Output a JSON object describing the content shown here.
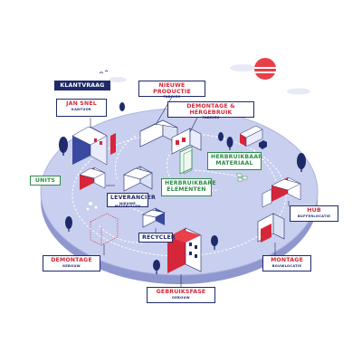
{
  "labels": {
    "klantvraag": "KLANTVRAAG",
    "jan_snel": {
      "title": "JAN SNEL",
      "sub": "KANTOOR"
    },
    "nieuwe_productie": {
      "title": "NIEUWE PRODUCTIE",
      "sub": "FABRIEK"
    },
    "demontage_hergebruik": {
      "title": "DEMONTAGE & HERGEBRUIK",
      "sub": "FABRIEK"
    },
    "herbruikbaar_materiaal": {
      "title": "HERBRUIKBAAR MATERIAAL"
    },
    "herbruikbare_elementen": {
      "title": "HERBRUIKBARE ELEMENTEN"
    },
    "units": {
      "title": "UNITS"
    },
    "leverancier": {
      "title": "LEVERANCIER",
      "sub": "NIEUWE MATERIALEN"
    },
    "recycler": {
      "title": "RECYCLER"
    },
    "hub": {
      "title": "HUB",
      "sub": "BUFFERLOCATIE"
    },
    "demontage": {
      "title": "DEMONTAGE",
      "sub": "GEBOUW"
    },
    "montage": {
      "title": "MONTAGE",
      "sub": "BOUWLOCATIE"
    },
    "gebruiksfase": {
      "title": "GEBRUIKSFASE",
      "sub": "GEBOUW"
    }
  },
  "colors": {
    "navy": "#1f2a6b",
    "red": "#d6273a",
    "green": "#2f8a4a",
    "platform": "#c9cfee",
    "platform_edge": "#8f97cf",
    "sun": "#e8404a"
  }
}
